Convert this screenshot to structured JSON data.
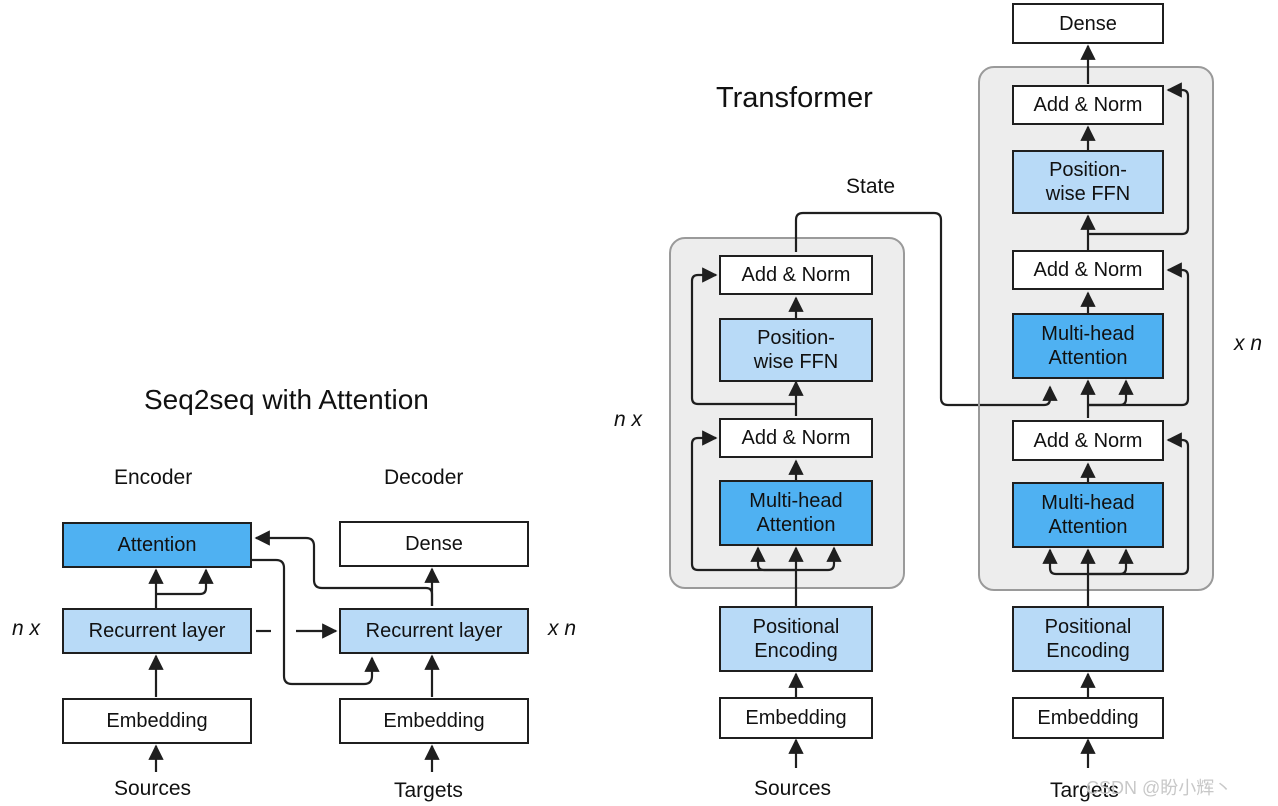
{
  "seq2seq": {
    "title": "Seq2seq with Attention",
    "encoder_label": "Encoder",
    "decoder_label": "Decoder",
    "encoder": {
      "attention": "Attention",
      "recurrent": "Recurrent layer",
      "embedding": "Embedding",
      "input": "Sources",
      "repeat": "n x"
    },
    "decoder": {
      "dense": "Dense",
      "recurrent": "Recurrent layer",
      "embedding": "Embedding",
      "input": "Targets",
      "repeat": "x n"
    }
  },
  "transformer": {
    "title": "Transformer",
    "state_label": "State",
    "encoder": {
      "add_norm_top": "Add & Norm",
      "ffn_line1": "Position-",
      "ffn_line2": "wise FFN",
      "add_norm_bottom": "Add & Norm",
      "mha_line1": "Multi-head",
      "mha_line2": "Attention",
      "pos_line1": "Positional",
      "pos_line2": "Encoding",
      "embedding": "Embedding",
      "input": "Sources",
      "repeat": "n x"
    },
    "decoder": {
      "dense": "Dense",
      "add_norm_top": "Add & Norm",
      "ffn_line1": "Position-",
      "ffn_line2": "wise FFN",
      "add_norm_middle": "Add & Norm",
      "mha2_line1": "Multi-head",
      "mha2_line2": "Attention",
      "add_norm_bottom": "Add & Norm",
      "mha1_line1": "Multi-head",
      "mha1_line2": "Attention",
      "pos_line1": "Positional",
      "pos_line2": "Encoding",
      "embedding": "Embedding",
      "input": "Targets",
      "repeat": "x n"
    }
  },
  "watermark": "CSDN @盼小辉丶",
  "colors": {
    "dark_block": "#4fb1f2",
    "light_block": "#b8daf7",
    "group_fill": "#ededed",
    "line": "#1f1f1f"
  }
}
